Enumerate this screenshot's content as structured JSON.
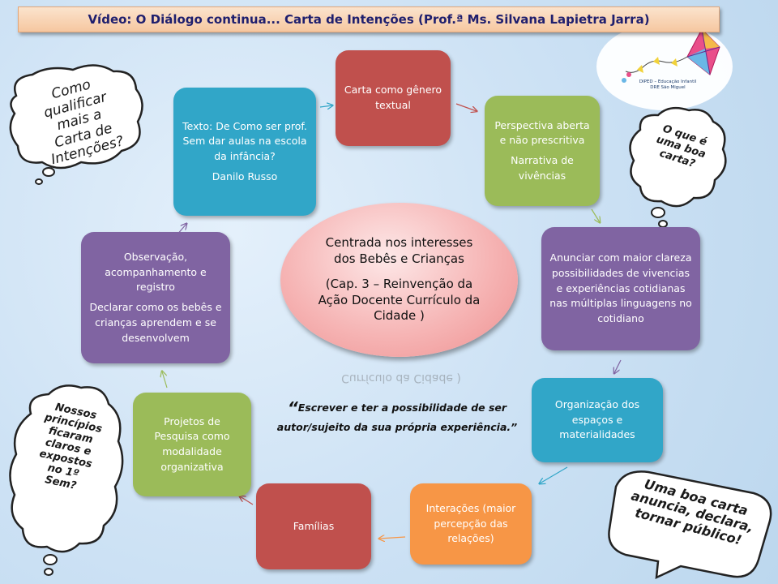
{
  "title": "Vídeo:  O Diálogo continua... Carta de Intenções (Prof.ª Ms. Silvana Lapietra Jarra)",
  "center": {
    "line1": "Centrada nos interesses dos Bebês e Crianças",
    "line2": "(Cap. 3 – Reinvenção da Ação Docente Currículo da Cidade )",
    "reflection": "Currículo da Cidade )"
  },
  "boxes": {
    "carta": "Carta como gênero textual",
    "perspectiva": "Perspectiva aberta e não prescritiva",
    "narrativa": "Narrativa de vivências",
    "anunciar": "Anunciar com maior clareza possibilidades de vivencias e experiências cotidianas nas múltiplas linguagens no cotidiano",
    "organizacao": "Organização dos espaços e materialidades",
    "interacoes": "Interações (maior percepção das relações)",
    "familias": "Famílias",
    "projetos": "Projetos de Pesquisa como modalidade organizativa",
    "observacao": "Observação, acompanhamento e registro",
    "declarar": "Declarar como os bebês e crianças aprendem e se desenvolvem",
    "texto": "Texto: De Como ser prof. Sem dar aulas na escola da infância?",
    "danilo": "Danilo Russo"
  },
  "quote": "Escrever e ter a possibilidade de ser autor/sujeito da sua própria experiência.",
  "quote_open": "“",
  "quote_close": "”",
  "bubbles": {
    "qualificar": [
      "Como qualificar",
      "mais a",
      "Carta de",
      "Intenções?"
    ],
    "boa_carta": [
      "O que é",
      "uma boa",
      "carta?"
    ],
    "principios": [
      "Nossos",
      "princípios",
      "ficaram",
      "claros e",
      "expostos",
      "no 1º",
      "Sem?"
    ],
    "anuncia": [
      "Uma boa carta",
      "anuncia, declara,",
      "tornar público!"
    ]
  },
  "logo": {
    "line1": "DIPED – Educação Infantil",
    "line2": "DRE São Miguel"
  },
  "colors": {
    "red": "#c0504d",
    "green": "#9bbb59",
    "purple": "#8064a2",
    "teal": "#31a6c8",
    "orange": "#f79646"
  }
}
